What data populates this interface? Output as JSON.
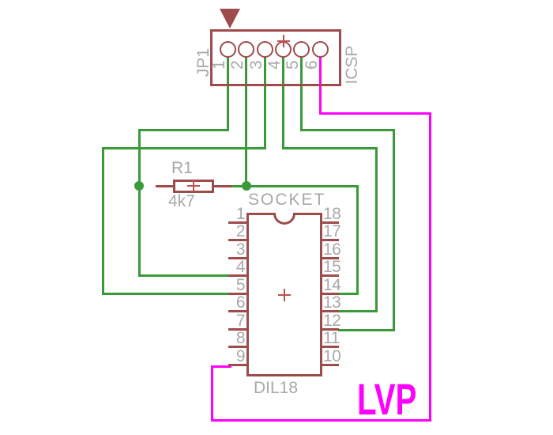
{
  "colors": {
    "background": "#ffffff",
    "symbol": "#9e4b4b",
    "wire": "#3a9a3a",
    "lvp-wire": "#ff00ff",
    "label": "#a8a8a8",
    "cross": "#c0504f"
  },
  "connector": {
    "designator": "JP1",
    "name": "ICSP",
    "pin_numbers": [
      "1",
      "2",
      "3",
      "4",
      "5",
      "6"
    ]
  },
  "resistor": {
    "designator": "R1",
    "value": "4k7"
  },
  "socket": {
    "title": "SOCKET",
    "package": "DIL18",
    "left_pin_numbers": [
      "1",
      "2",
      "3",
      "4",
      "5",
      "6",
      "7",
      "8",
      "9"
    ],
    "right_pin_numbers": [
      "18",
      "17",
      "16",
      "15",
      "14",
      "13",
      "12",
      "11",
      "10"
    ]
  },
  "net_label": {
    "text": "LVP"
  }
}
